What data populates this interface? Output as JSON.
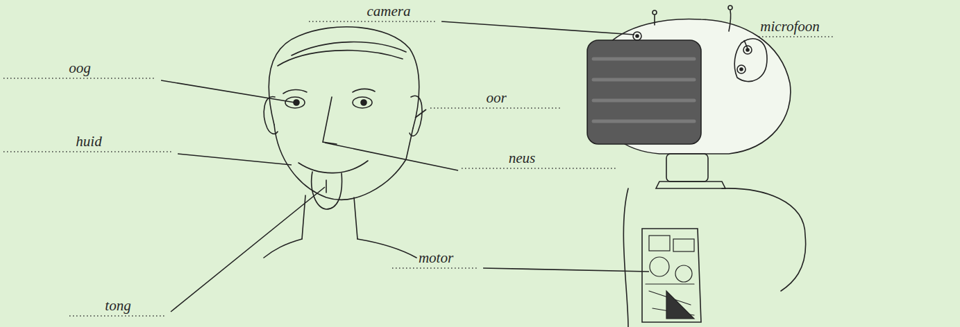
{
  "diagram": {
    "labels": [
      "camera",
      "microfoon",
      "oog",
      "oor",
      "huid",
      "neus",
      "motor",
      "tong"
    ]
  }
}
